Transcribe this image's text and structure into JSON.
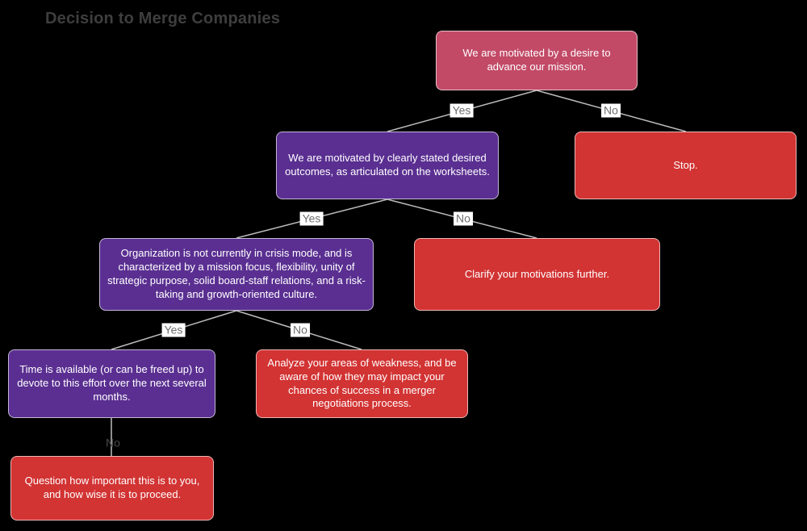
{
  "title": "Decision to Merge Companies",
  "diagram": {
    "type": "flowchart-decision-tree",
    "nodes": [
      {
        "id": "mission",
        "kind": "start",
        "text": "We are motivated by a desire to advance our mission."
      },
      {
        "id": "outcomes",
        "kind": "decision",
        "text": "We are motivated by clearly stated desired outcomes, as articulated on the worksheets."
      },
      {
        "id": "stop",
        "kind": "outcome",
        "text": "Stop."
      },
      {
        "id": "crisis",
        "kind": "decision",
        "text": "Organization is not currently in crisis mode, and is characterized by a mission focus, flexibility, unity of strategic purpose, solid board-staff relations, and a risk-taking and growth-oriented culture."
      },
      {
        "id": "clarify",
        "kind": "outcome",
        "text": "Clarify your motivations further."
      },
      {
        "id": "time",
        "kind": "decision",
        "text": "Time is available (or can be freed up) to devote to this effort over the next several months."
      },
      {
        "id": "analyze",
        "kind": "outcome",
        "text": "Analyze your areas of weakness, and be aware of how they may impact your chances of success in a merger negotiations process."
      },
      {
        "id": "question",
        "kind": "outcome",
        "text": "Question how important this is to you, and how wise it is to proceed."
      }
    ],
    "edges": [
      {
        "from": "mission",
        "to": "outcomes",
        "label": "Yes"
      },
      {
        "from": "mission",
        "to": "stop",
        "label": "No"
      },
      {
        "from": "outcomes",
        "to": "crisis",
        "label": "Yes"
      },
      {
        "from": "outcomes",
        "to": "clarify",
        "label": "No"
      },
      {
        "from": "crisis",
        "to": "time",
        "label": "Yes"
      },
      {
        "from": "crisis",
        "to": "analyze",
        "label": "No"
      },
      {
        "from": "time",
        "to": "question",
        "label": "No"
      }
    ],
    "colors": {
      "background": "#000000",
      "title_text": "#3e3e3e",
      "node_text": "#ffffff",
      "rose_node": "#c24a67",
      "purple_node": "#5a2f91",
      "red_node": "#d23333",
      "connector_line": "#bdbdbd",
      "edge_label_text": "#6f6f6f",
      "edge_label_background": "#ffffff",
      "plain_label_text": "#4a4a4a"
    }
  }
}
